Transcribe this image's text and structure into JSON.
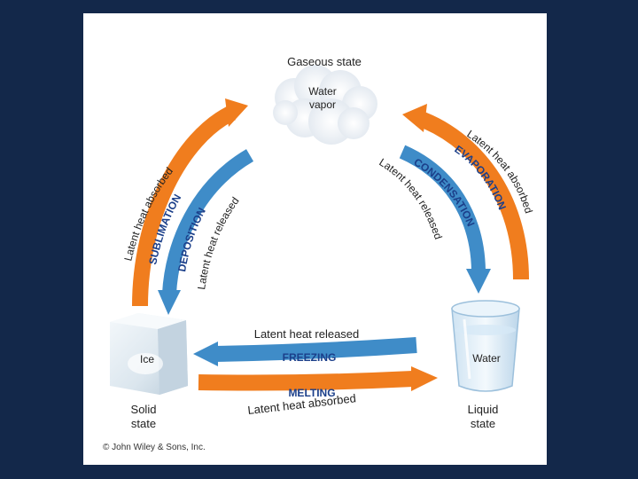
{
  "colors": {
    "background": "#13284a",
    "orange_arrow": "#f07d1e",
    "blue_arrow": "#3f8cc8",
    "caps_text": "#1b3f8a",
    "body_text": "#222222"
  },
  "gas": {
    "state_title": "Gaseous state",
    "line1": "Water",
    "line2": "vapor",
    "icon": "cloud-icon"
  },
  "solid": {
    "name": "Ice",
    "state_line1": "Solid",
    "state_line2": "state",
    "icon": "ice-cube-icon"
  },
  "liquid": {
    "name": "Water",
    "state_line1": "Liquid",
    "state_line2": "state",
    "icon": "water-glass-icon"
  },
  "processes": {
    "sublimation": {
      "name": "SUBLIMATION",
      "heat": "Latent heat absorbed"
    },
    "deposition": {
      "name": "DEPOSITION",
      "heat": "Latent heat released"
    },
    "evaporation": {
      "name": "EVAPORATION",
      "heat": "Latent heat absorbed"
    },
    "condensation": {
      "name": "CONDENSATION",
      "heat": "Latent heat released"
    },
    "freezing": {
      "name": "FREEZING",
      "heat": "Latent heat released"
    },
    "melting": {
      "name": "MELTING",
      "heat": "Latent heat absorbed"
    }
  },
  "credit": "© John Wiley & Sons, Inc."
}
